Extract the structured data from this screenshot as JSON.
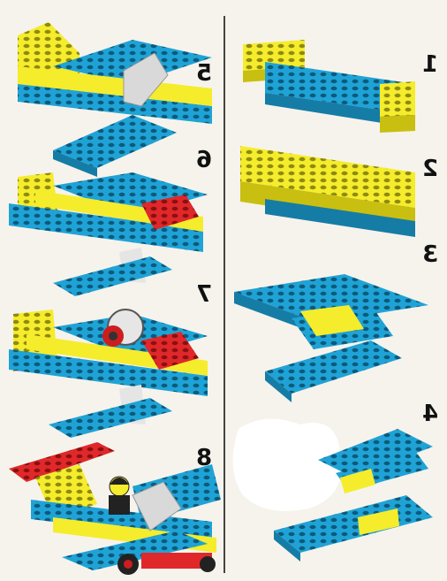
{
  "steps": [
    {
      "number": "1"
    },
    {
      "number": "2"
    },
    {
      "number": "3"
    },
    {
      "number": "4"
    },
    {
      "number": "5"
    },
    {
      "number": "6"
    },
    {
      "number": "7"
    },
    {
      "number": "8"
    }
  ],
  "colors": {
    "blue": "#1fa3d6",
    "blue_dark": "#157ca6",
    "yellow": "#f5ec2c",
    "yellow_dark": "#c9bf10",
    "red": "#e0282a",
    "grey": "#d9d9d9",
    "paper": "#f6f3ec",
    "stud": "#0c5a7c"
  },
  "icons": [
    "lego-airplane-step-illustration",
    "minifigure-pilot",
    "propeller",
    "wheel"
  ]
}
